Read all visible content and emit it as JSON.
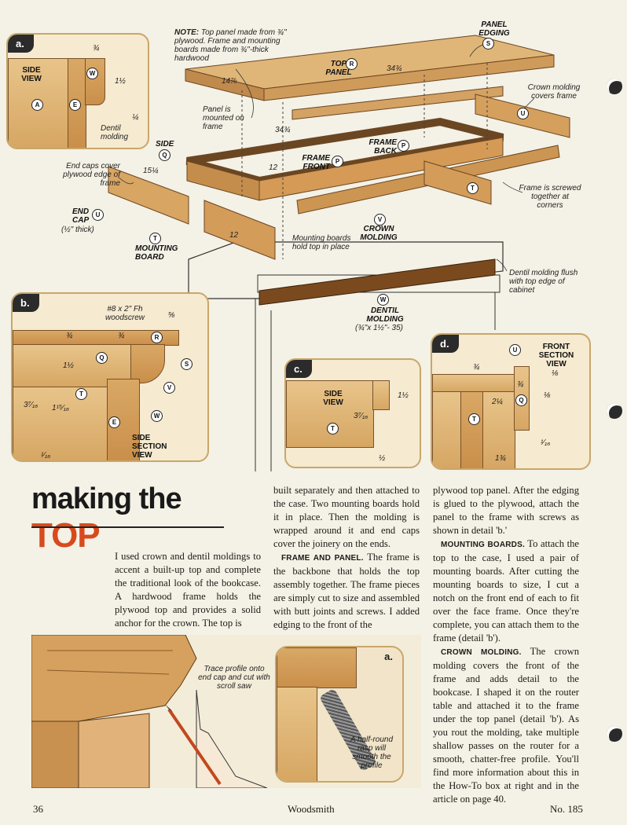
{
  "note": {
    "label": "NOTE:",
    "text": "Top panel made from ¾\" plywood. Frame and mounting boards made from ¾\"-thick hardwood"
  },
  "exploded": {
    "panel_edging": "PANEL EDGING",
    "top_panel": "TOP PANEL",
    "dim_14_7_8": "14⅞",
    "dim_34_3_4_a": "34¾",
    "panel_mounted": "Panel is mounted on frame",
    "dim_34_3_4_b": "34¾",
    "side": "SIDE",
    "dim_12_a": "12",
    "frame_front": "FRAME FRONT",
    "frame_back": "FRAME BACK",
    "crown_covers": "Crown molding covers frame",
    "end_caps_cover": "End caps cover plywood edge of frame",
    "dim_15_1_4": "15¼",
    "end_cap": "END CAP",
    "end_cap_thick": "(½\" thick)",
    "mounting_board": "MOUNTING BOARD",
    "dim_12_b": "12",
    "mounting_hold": "Mounting boards hold top in place",
    "crown_molding": "CROWN MOLDING",
    "frame_screwed": "Frame is screwed together at corners",
    "dentil_flush": "Dentil molding flush with top edge of cabinet",
    "dentil_molding": "DENTIL MOLDING",
    "dentil_size": "(¾\"x 1½\"- 35)",
    "keys": {
      "R": "R",
      "S": "S",
      "U": "U",
      "Q": "Q",
      "P": "P",
      "T": "T",
      "V": "V",
      "W": "W"
    }
  },
  "detail_a": {
    "tag": "a.",
    "view": "SIDE VIEW",
    "dim_3_4": "¾",
    "dim_1_1_2": "1½",
    "dim_1_4": "¼",
    "dentil": "Dentil molding",
    "keys": {
      "W": "W",
      "A": "A",
      "E": "E"
    }
  },
  "detail_b": {
    "tag": "b.",
    "screw": "#8 x 2\" Fh woodscrew",
    "dim_3_4_a": "¾",
    "dim_3_4_b": "¾",
    "dim_5_8": "⅝",
    "dim_1_1_2": "1½",
    "dim_3_7_16": "3⁷⁄₁₆",
    "dim_1_15_16": "1¹⁵⁄₁₆",
    "dim_1_16": "¹⁄₁₆",
    "view": "SIDE SECTION VIEW",
    "keys": {
      "Q": "Q",
      "R": "R",
      "S": "S",
      "T": "T",
      "V": "V",
      "W": "W",
      "E": "E"
    }
  },
  "detail_c": {
    "tag": "c.",
    "view": "SIDE VIEW",
    "dim_1_1_2": "1½",
    "dim_3_7_16": "3⁷⁄₁₆",
    "dim_1_2": "½",
    "keys": {
      "T": "T"
    }
  },
  "detail_d": {
    "tag": "d.",
    "view": "FRONT SECTION VIEW",
    "dim_3_4_a": "¾",
    "dim_3_4_b": "¾",
    "dim_1_8_a": "⅛",
    "dim_1_8_b": "⅛",
    "dim_2_1_4": "2¼",
    "dim_1_16": "¹⁄₁₆",
    "dim_1_3_4": "1¾",
    "keys": {
      "U": "U",
      "Q": "Q",
      "T": "T"
    }
  },
  "heading": {
    "making": "making the",
    "top": "TOP"
  },
  "col1": "I used crown and dentil moldings to accent a built-up top and complete the traditional look of the bookcase. A hardwood frame holds the plywood top and provides a solid anchor for the crown. The top is",
  "col2": {
    "p1": "built separately and then attached to the case. Two mounting boards hold it in place. Then the molding is wrapped around it and end caps cover the joinery on the ends.",
    "h2": "FRAME AND PANEL.",
    "p2": "The frame is the backbone that holds the top assembly together. The frame pieces are simply cut to size and assembled with butt joints and screws. I added edging to the front of the"
  },
  "col3": {
    "p1": "plywood top panel. After the edging is glued to the plywood, attach the panel to the frame with screws as shown in detail 'b.'",
    "h2": "MOUNTING BOARDS.",
    "p2": "To attach the top to the case, I used a pair of mounting boards. After cutting the mounting boards to size, I cut a notch on the front end of each to fit over the face frame. Once they're complete, you can attach them to the frame (detail 'b').",
    "h3": "CROWN MOLDING.",
    "p3": "The crown molding covers the front of the frame and adds detail to the bookcase. I shaped it on the router table and attached it to the frame under the top panel (detail 'b'). As you rout the molding, take multiple shallow passes on the router for a smooth, chatter-free profile. You'll find more information about this in the How-To box at right and in the article on page 40."
  },
  "photo": {
    "trace": "Trace profile onto end cap and cut with scroll saw",
    "tag": "a.",
    "rasp": "A half-round rasp will smooth the profile"
  },
  "footer": {
    "page": "36",
    "mag": "Woodsmith",
    "issue": "No. 185"
  }
}
